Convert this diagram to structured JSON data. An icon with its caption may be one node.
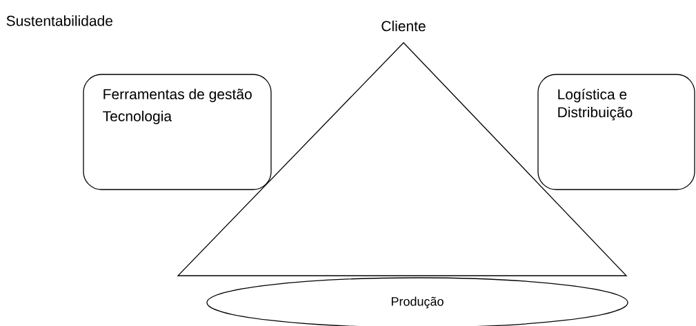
{
  "diagram": {
    "nodes": [
      {
        "text": [
          "Cliente"
        ]
      },
      {
        "text": [
          "Ferramentas de gestão",
          "Tecnologia"
        ]
      },
      {
        "text": [
          "Logística e Distribuição"
        ]
      },
      {
        "text": [
          "Produção"
        ]
      }
    ],
    "labels": [
      "Sustentabilidade"
    ]
  }
}
